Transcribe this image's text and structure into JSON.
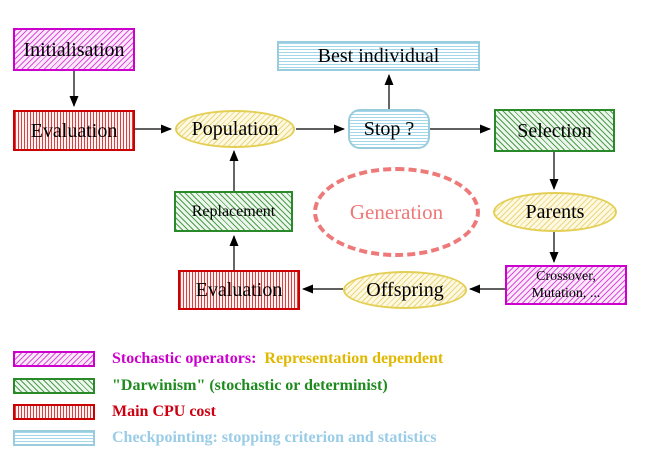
{
  "nodes": {
    "initialisation": {
      "label": "Initialisation"
    },
    "evaluation_top": {
      "label": "Evaluation"
    },
    "population": {
      "label": "Population"
    },
    "best_individual": {
      "label": "Best individual"
    },
    "stop": {
      "label": "Stop ?"
    },
    "selection": {
      "label": "Selection"
    },
    "parents": {
      "label": "Parents"
    },
    "crossover": {
      "line1": "Crossover,",
      "line2": "Mutation, ..."
    },
    "offspring": {
      "label": "Offspring"
    },
    "evaluation_bottom": {
      "label": "Evaluation"
    },
    "replacement": {
      "label": "Replacement"
    },
    "generation": {
      "label": "Generation"
    }
  },
  "legend": {
    "stochastic": {
      "label": "Stochastic operators:",
      "label2": "Representation dependent"
    },
    "darwinism": {
      "label": "\"Darwinism\" (stochastic or determinist)"
    },
    "cpu": {
      "label": "Main CPU cost"
    },
    "checkpointing": {
      "label": "Checkpointing: stopping criterion and statistics"
    }
  },
  "colors": {
    "magenta": "#cc00cc",
    "red": "#cc0000",
    "green": "#2a8a2a",
    "yellow_border": "#e4cf55",
    "yellow_text": "#e0b800",
    "cyan_border": "#99ccdd",
    "checkpoint_text": "#99cce6",
    "salmon": "#ee7979",
    "arrow": "#000000",
    "background": "#ffffff"
  }
}
